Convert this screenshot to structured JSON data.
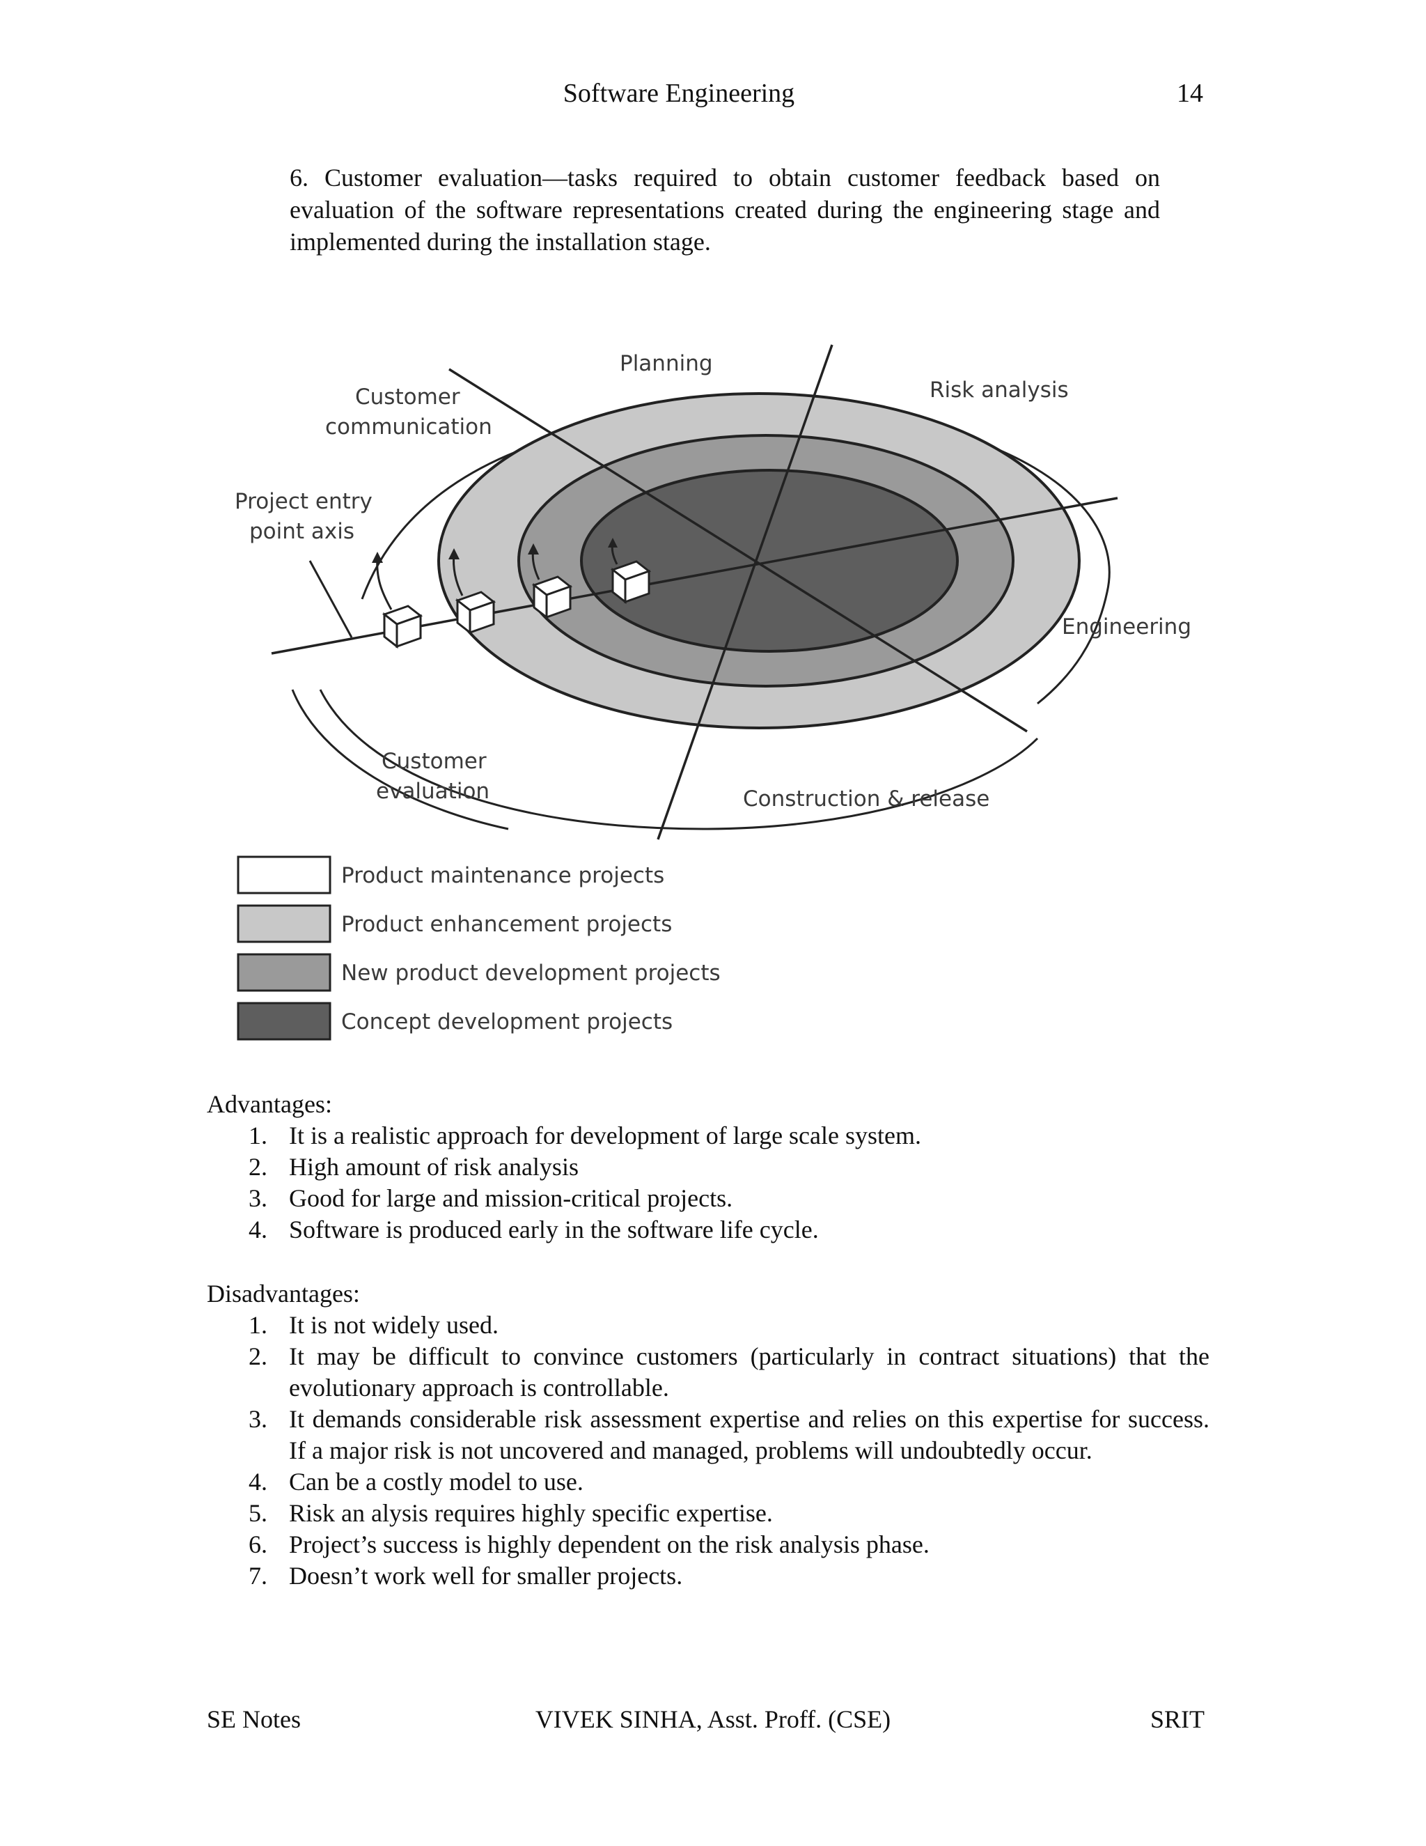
{
  "header": {
    "title": "Software  Engineering",
    "page_number": "14"
  },
  "intro": {
    "text": "6. Customer evaluation—tasks required to obtain customer feedback based on evaluation of the software representations created during the engineering stage and implemented during the installation stage."
  },
  "figure": {
    "labels": {
      "planning": "Planning",
      "risk_analysis": "Risk analysis",
      "customer_communication_1": "Customer",
      "customer_communication_2": "communication",
      "project_entry_1": "Project entry",
      "project_entry_2": "point axis",
      "engineering": "Engineering",
      "customer_evaluation_1": "Customer",
      "customer_evaluation_2": "evaluation",
      "construction_release": "Construction & release"
    },
    "legend": [
      {
        "label": "Product maintenance projects",
        "color": "#ffffff"
      },
      {
        "label": "Product enhancement projects",
        "color": "#c8c8c8"
      },
      {
        "label": "New product development projects",
        "color": "#9a9a9a"
      },
      {
        "label": "Concept development projects",
        "color": "#5e5e5e"
      }
    ]
  },
  "advantages": {
    "heading": "Advantages:",
    "items": [
      {
        "num": "1.",
        "text": "It is a realistic approach for development of large scale system."
      },
      {
        "num": "2.",
        "text": "High amount of risk analysis"
      },
      {
        "num": "3.",
        "text": "Good for large and mission-critical projects."
      },
      {
        "num": "4.",
        "text": "Software is produced early in the software life cycle."
      }
    ]
  },
  "disadvantages": {
    "heading": "Disadvantages:",
    "items": [
      {
        "num": "1.",
        "text": "It is not widely used."
      },
      {
        "num": "2.",
        "text": "It may be difficult to convince customers (particularly in contract situations) that the evolutionary approach is controllable."
      },
      {
        "num": "3.",
        "text": "It demands considerable risk assessment expertise and relies on this expertise for success. If a major risk is not uncovered and managed, problems will undoubtedly occur."
      },
      {
        "num": "4.",
        "text": "Can be a costly model to use."
      },
      {
        "num": "5.",
        "text": "Risk an alysis requires highly specific expertise."
      },
      {
        "num": "6.",
        "text": "Project’s success is highly dependent on the risk analysis phase."
      },
      {
        "num": "7.",
        "text": "Doesn’t work well for smaller projects."
      }
    ]
  },
  "footer": {
    "left": "SE Notes",
    "center": "VIVEK  SINHA,  Asst.  Proff.  (CSE)",
    "right": "SRIT"
  }
}
